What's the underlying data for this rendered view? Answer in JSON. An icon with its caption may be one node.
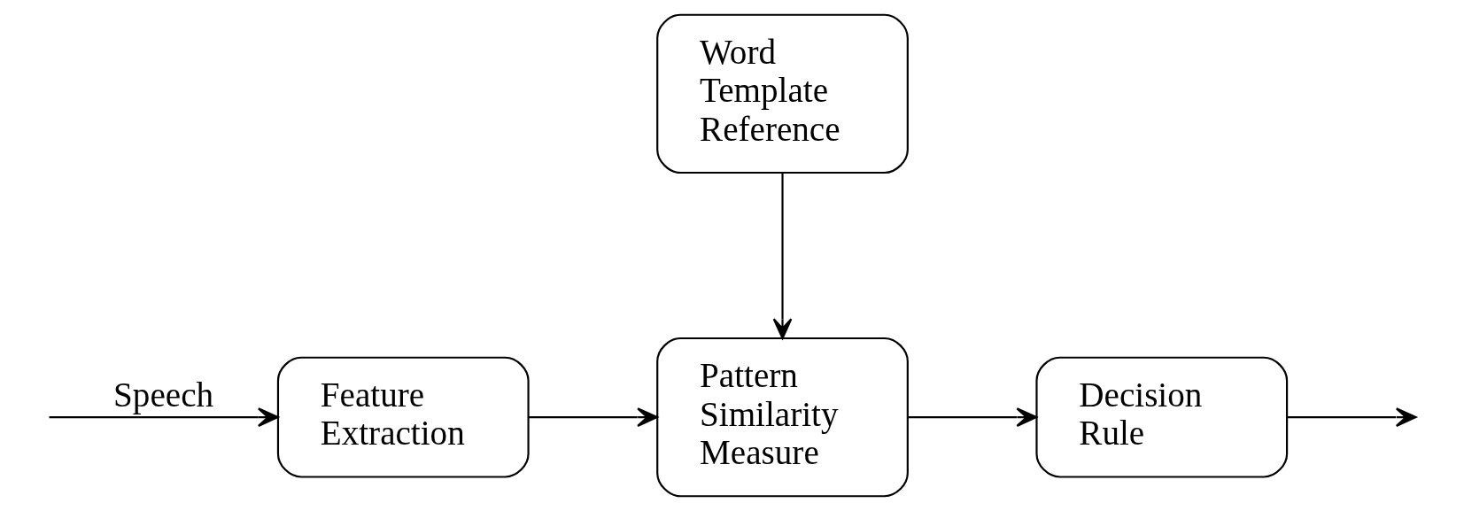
{
  "diagram": {
    "nodes": [
      {
        "text": [
          "Feature Extraction"
        ]
      },
      {
        "text": [
          "Pattern Similarity Measure"
        ]
      },
      {
        "text": [
          "Decision Rule"
        ]
      },
      {
        "text": [
          "Word Template Reference"
        ]
      }
    ],
    "edges": [
      {
        "from": null,
        "to": 0,
        "arrow": "to",
        "label": "Speech"
      },
      {
        "from": 0,
        "to": 1,
        "arrow": "to"
      },
      {
        "from": 1,
        "to": 2,
        "arrow": "to"
      },
      {
        "from": 3,
        "to": 1,
        "arrow": "to"
      },
      {
        "from": 2,
        "to": null,
        "arrow": "to"
      }
    ]
  }
}
